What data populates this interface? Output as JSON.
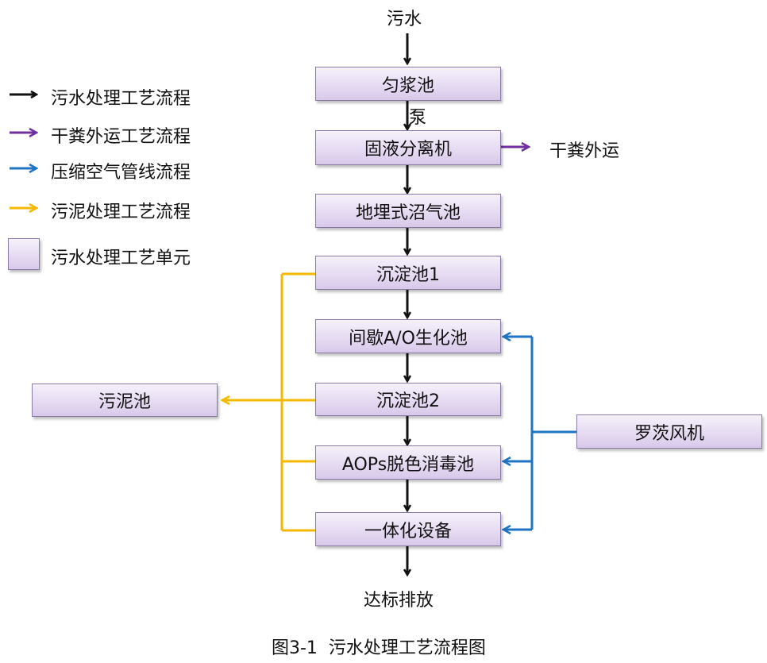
{
  "nodes": {
    "source": "污水",
    "homogenizer": "匀浆池",
    "pump": "泵",
    "separator": "固液分离机",
    "dry_manure": "干粪外运",
    "biogas": "地埋式沼气池",
    "sediment1": "沉淀池1",
    "ao": "间歇A/O生化池",
    "sediment2": "沉淀池2",
    "aops": "AOPs脱色消毒池",
    "integrated": "一体化设备",
    "discharge": "达标排放",
    "sludge": "污泥池",
    "blower": "罗茨风机"
  },
  "legend": {
    "sewage": "污水处理工艺流程",
    "manure": "干粪外运工艺流程",
    "air": "压缩空气管线流程",
    "sludge": "污泥处理工艺流程",
    "unit": "污水处理工艺单元"
  },
  "caption": "图3-1  污水处理工艺流程图",
  "colors": {
    "sewage": "#111111",
    "manure": "#7030a0",
    "air": "#1f73c4",
    "sludge": "#f5b800",
    "unit_fill": "#e3d8f0"
  }
}
